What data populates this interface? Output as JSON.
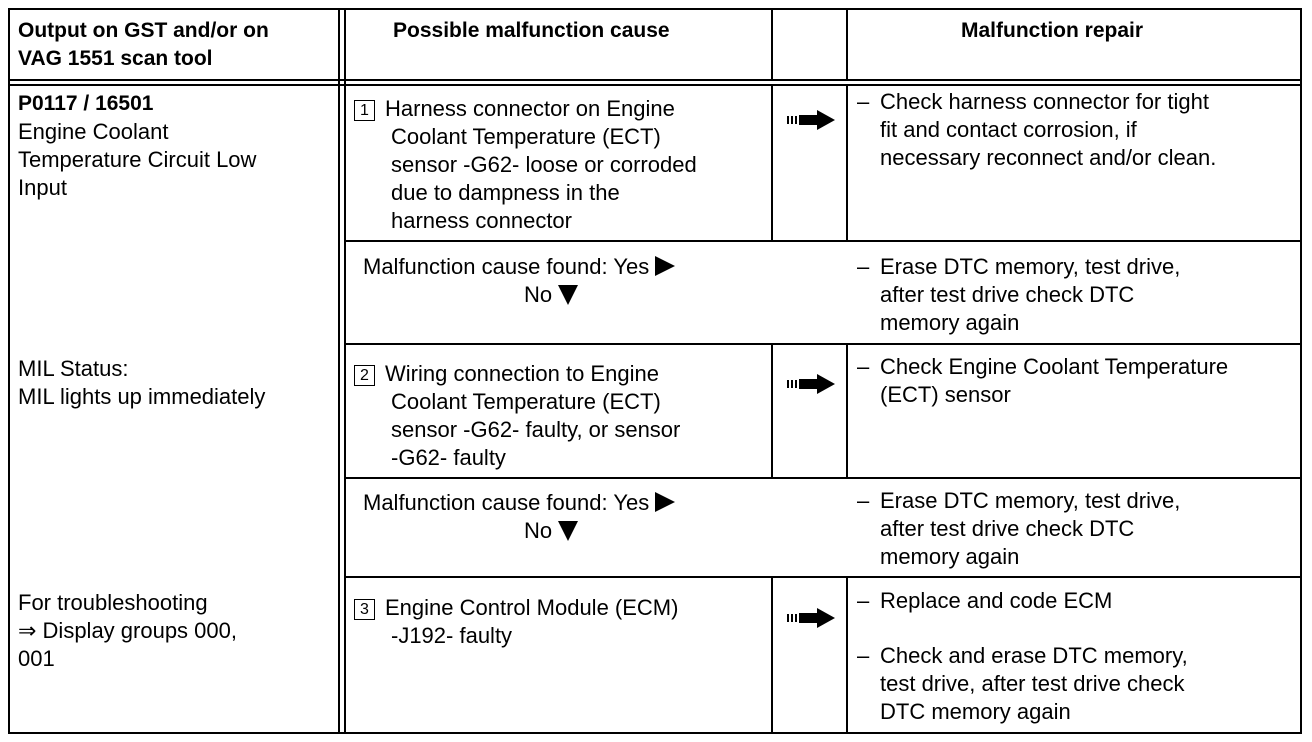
{
  "header": {
    "col1_line1": "Output on GST and/or on",
    "col1_line2": "VAG 1551 scan tool",
    "col2": "Possible malfunction cause",
    "col3": "Malfunction repair"
  },
  "dtc": {
    "code": "P0117 / 16501",
    "desc_lines": [
      "Engine Coolant",
      "Temperature Circuit Low",
      "Input"
    ],
    "mil_lines": [
      "MIL Status:",
      "MIL lights up immediately"
    ],
    "trouble_lines": [
      "For troubleshooting",
      "⇒ Display groups 000,",
      "001"
    ]
  },
  "steps": [
    {
      "number": "1",
      "cause_lines": [
        "Harness connector on Engine",
        "Coolant Temperature (ECT)",
        "sensor -G62- loose or corroded",
        "due to dampness in the",
        "harness connector"
      ],
      "repair_lines": [
        "Check harness connector for tight",
        "fit and contact corrosion, if",
        "necessary reconnect and/or clean."
      ]
    },
    {
      "number": "2",
      "cause_lines": [
        "Wiring connection to Engine",
        "Coolant Temperature (ECT)",
        "sensor -G62- faulty, or sensor",
        "-G62- faulty"
      ],
      "repair_lines": [
        "Check Engine Coolant Temperature",
        "(ECT) sensor"
      ]
    },
    {
      "number": "3",
      "cause_lines": [
        "Engine Control Module (ECM)",
        "-J192- faulty"
      ],
      "repair_a": "Replace and code ECM",
      "repair_b_lines": [
        "Check and erase DTC memory,",
        "test drive, after test drive check",
        "DTC memory again"
      ]
    }
  ],
  "found": {
    "label": "Malfunction cause found:  Yes",
    "no": "No",
    "repair_lines": [
      "Erase DTC memory, test drive,",
      "after test drive check DTC",
      "memory again"
    ]
  },
  "dash": "–",
  "icons": {
    "arrow": "arrow-right-icon",
    "yes": "triangle-right-icon",
    "no": "triangle-down-icon"
  }
}
